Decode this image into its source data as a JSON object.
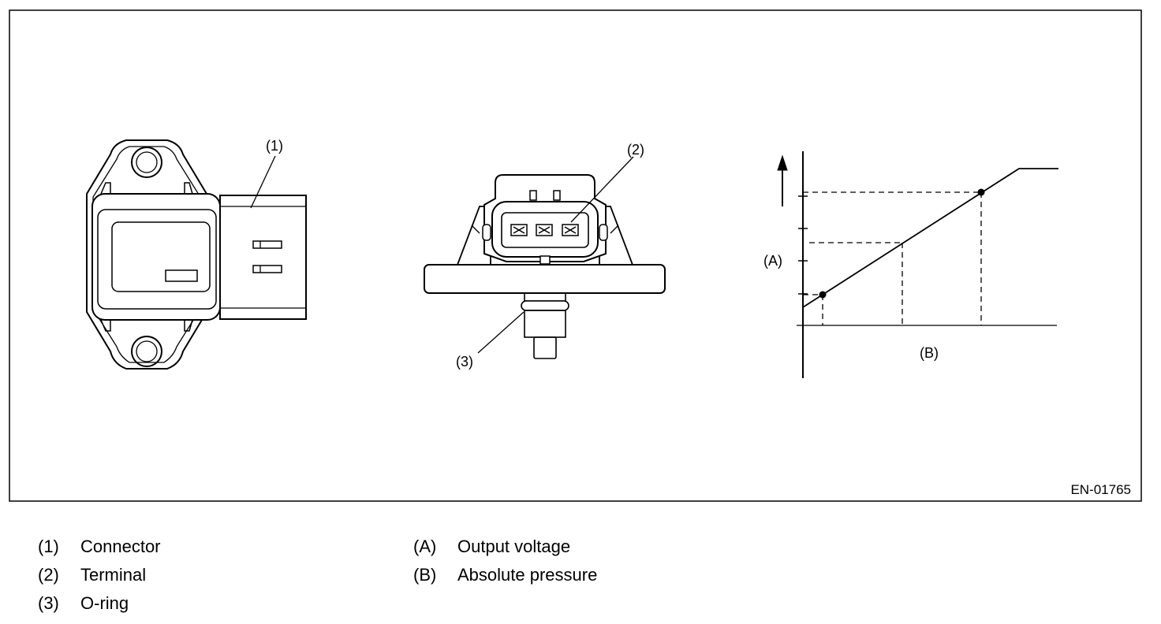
{
  "figure": {
    "code": "EN-01765",
    "callouts": {
      "connector": "(1)",
      "terminal": "(2)",
      "o_ring": "(3)",
      "axis_a": "(A)",
      "axis_b": "(B)"
    }
  },
  "legend": {
    "left": [
      {
        "key": "(1)",
        "text": "Connector"
      },
      {
        "key": "(2)",
        "text": "Terminal"
      },
      {
        "key": "(3)",
        "text": "O-ring"
      }
    ],
    "right": [
      {
        "key": "(A)",
        "text": "Output voltage"
      },
      {
        "key": "(B)",
        "text": "Absolute pressure"
      }
    ]
  }
}
